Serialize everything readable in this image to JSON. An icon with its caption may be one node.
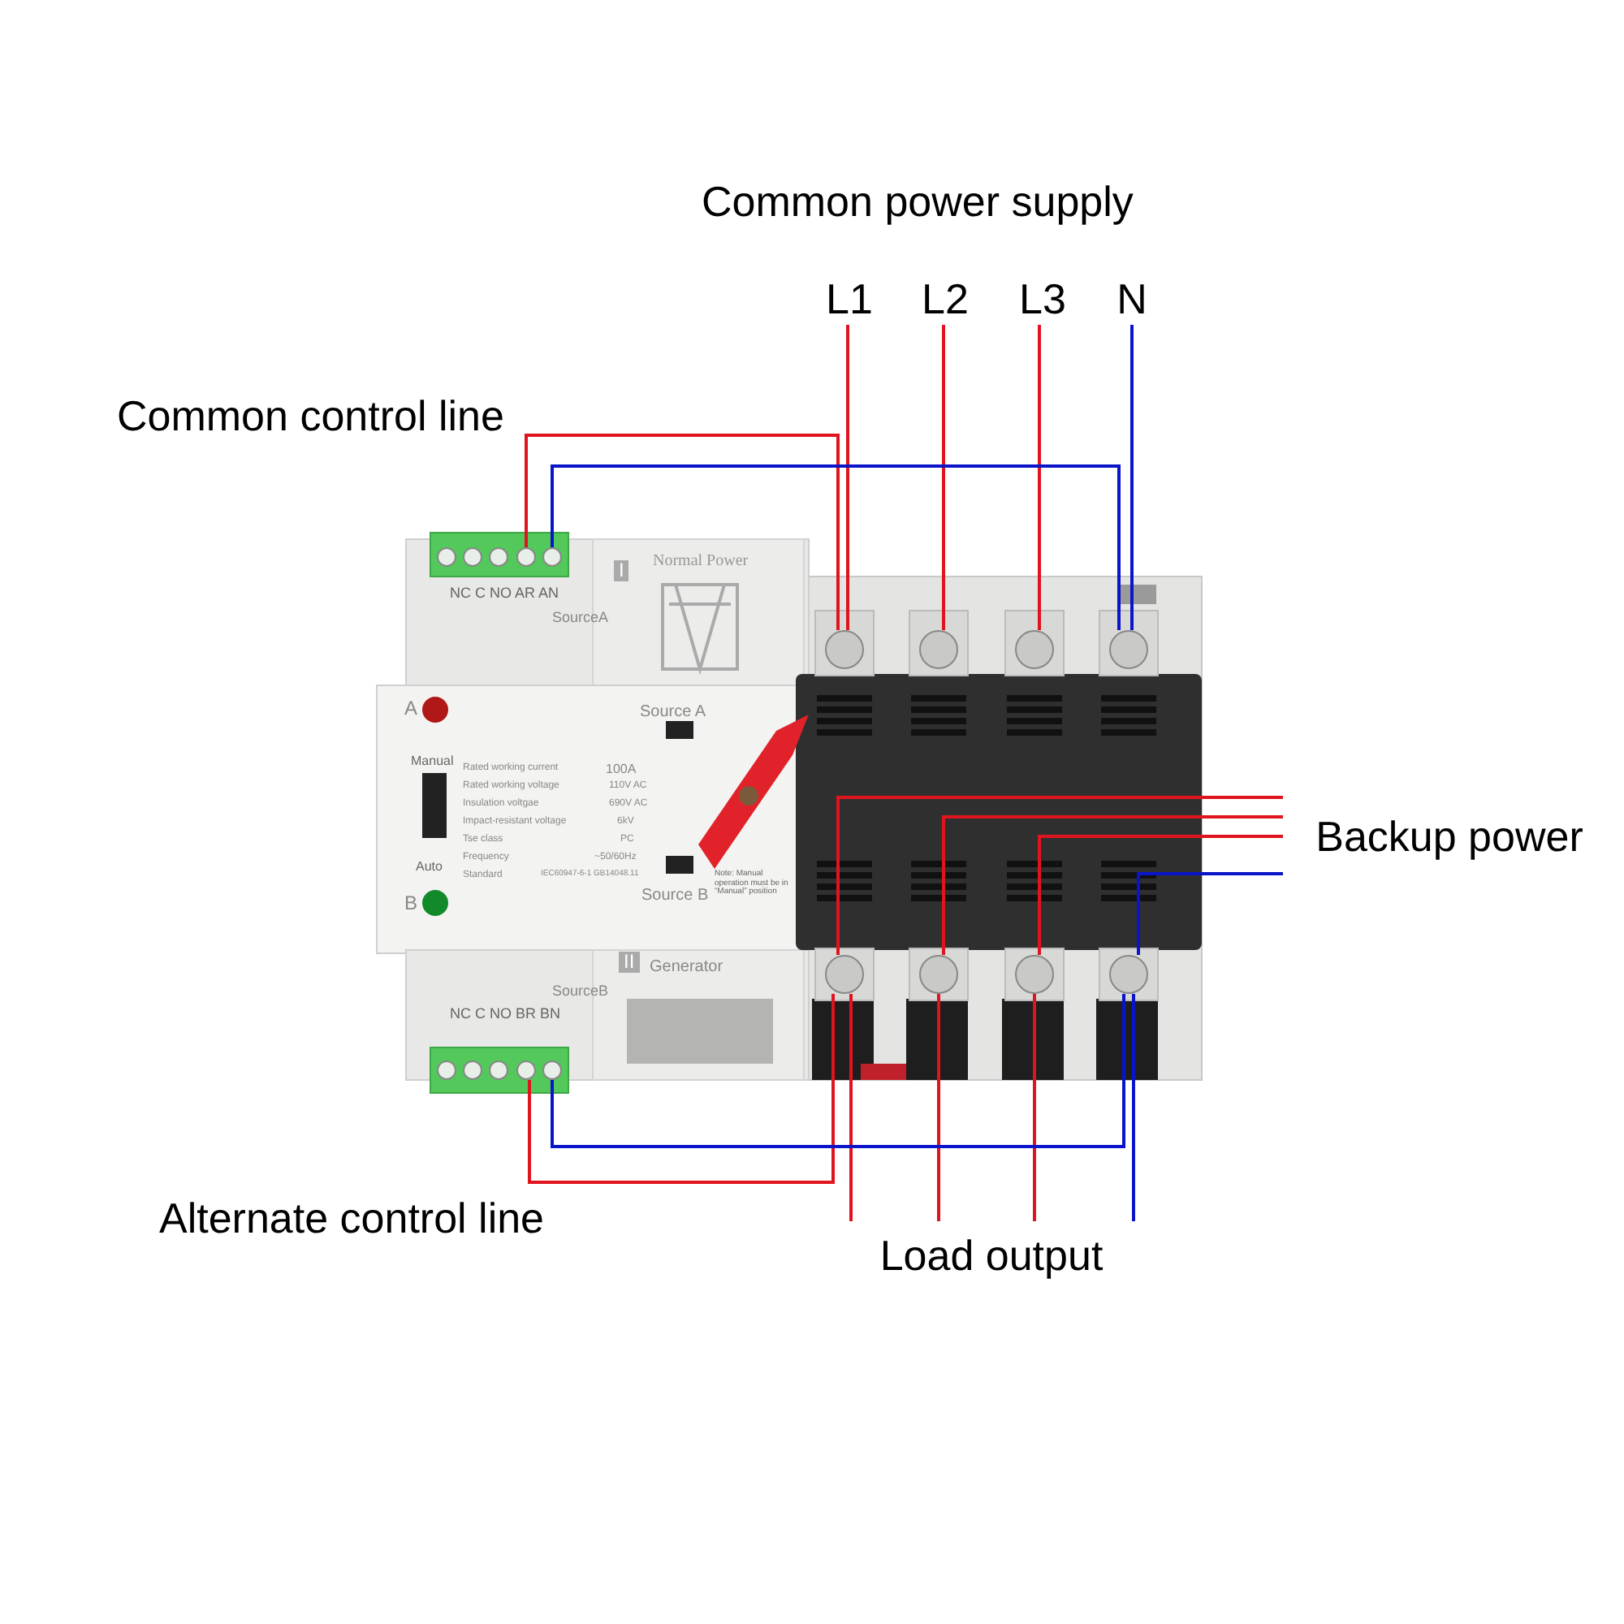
{
  "diagram": {
    "nodes": [
      {
        "text": [
          "L1"
        ]
      },
      {
        "text": [
          "L2"
        ]
      },
      {
        "text": [
          "L3"
        ]
      },
      {
        "text": [
          "N"
        ]
      },
      {
        "text": [],
        "shape": "circle"
      },
      {
        "text": [],
        "shape": "circle"
      },
      {
        "text": [],
        "shape": "circle"
      },
      {
        "text": [],
        "shape": "circle"
      },
      {
        "text": [],
        "shape": "circle"
      },
      {
        "text": [],
        "shape": "circle"
      },
      {
        "text": [],
        "shape": "circle"
      },
      {
        "text": [],
        "shape": "circle"
      },
      {
        "text": [],
        "shape": "circle"
      },
      {
        "text": [],
        "shape": "circle"
      },
      {
        "text": [],
        "shape": "circle"
      },
      {
        "text": [],
        "shape": "circle"
      },
      {
        "text": [],
        "shape": "circle"
      },
      {
        "text": [],
        "shape": "circle"
      },
      {
        "text": [],
        "shape": "circle"
      },
      {
        "text": [],
        "shape": "circle"
      },
      {
        "text": [],
        "shape": "circle"
      },
      {
        "text": [],
        "shape": "circle"
      },
      {
        "text": [
          "Backup power"
        ]
      },
      {
        "text": [
          "Load output"
        ]
      }
    ],
    "edges": [
      {
        "from": 0,
        "to": 4,
        "arrow": "none"
      },
      {
        "from": 1,
        "to": 5,
        "arrow": "none"
      },
      {
        "from": 2,
        "to": 6,
        "arrow": "none"
      },
      {
        "from": 3,
        "to": 7,
        "arrow": "none",
        "color": "#0a14c8"
      },
      {
        "from": 4,
        "to": 15,
        "arrow": "none"
      },
      {
        "from": 7,
        "to": 16,
        "arrow": "none",
        "color": "#0a14c8"
      },
      {
        "from": 22,
        "to": 8,
        "arrow": "none"
      },
      {
        "from": 22,
        "to": 9,
        "arrow": "none"
      },
      {
        "from": 22,
        "to": 10,
        "arrow": "none"
      },
      {
        "from": 22,
        "to": 11,
        "arrow": "none",
        "color": "#0a14c8"
      },
      {
        "from": 8,
        "to": 23,
        "arrow": "none"
      },
      {
        "from": 9,
        "to": 23,
        "arrow": "none"
      },
      {
        "from": 10,
        "to": 23,
        "arrow": "none"
      },
      {
        "from": 11,
        "to": 23,
        "arrow": "none",
        "color": "#0a14c8"
      },
      {
        "from": 8,
        "to": 20,
        "arrow": "none"
      },
      {
        "from": 11,
        "to": 21,
        "arrow": "none",
        "color": "#0a14c8"
      }
    ],
    "labels": [
      "Common power supply",
      "Common control line",
      "NC C NO AR AN",
      "SourceA",
      "Normal Power",
      "I",
      "A",
      "Source A",
      "Manual",
      "Rated working current",
      "100A",
      "Rated working voltage",
      "110V AC",
      "Insulation voltgae",
      "690V AC",
      "Impact-resistant voltage",
      "6kV",
      "Tse class",
      "PC",
      "Frequency",
      "~50/60Hz",
      "Standard",
      "IEC60947-6-1 GB14048.11",
      "Auto",
      "Source B",
      "Note: Manual operation must be in “Manual” position",
      "B",
      "II",
      "Generator",
      "SourceB",
      "NC C NO BR BN",
      "Alternate control line"
    ]
  }
}
